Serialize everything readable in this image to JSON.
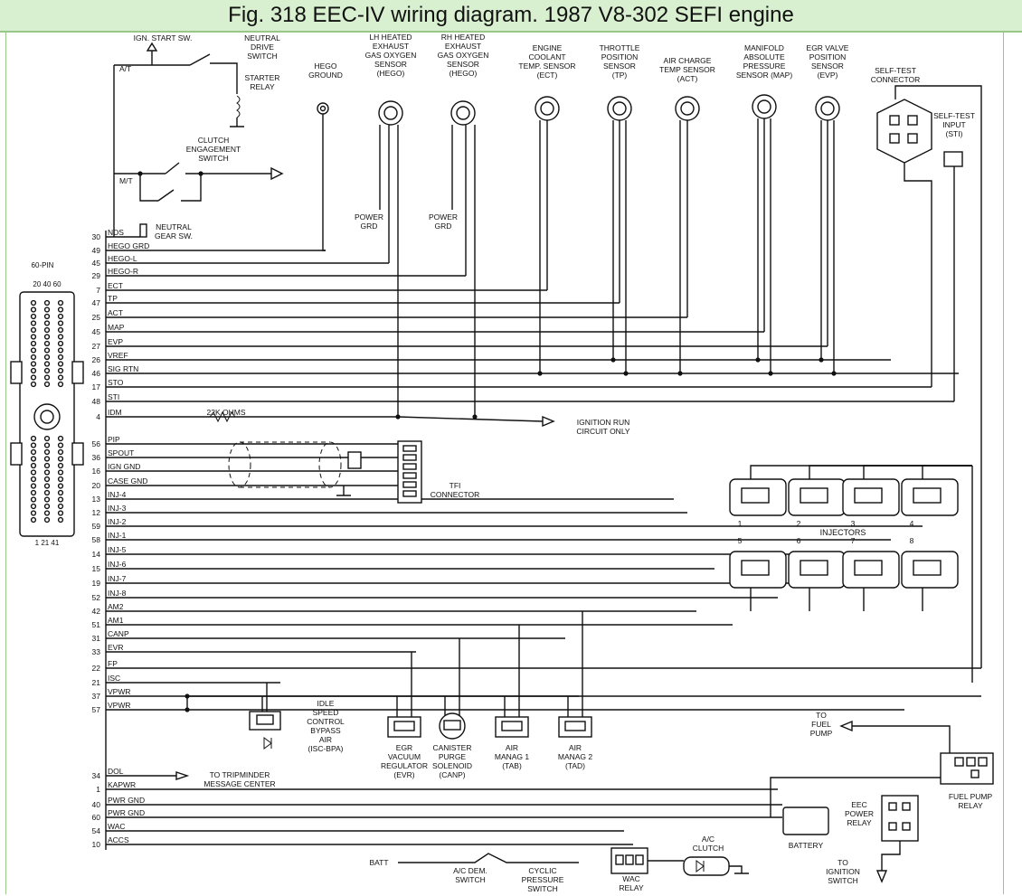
{
  "title": "Fig. 318 EEC-IV wiring diagram. 1987 V8-302 SEFI engine",
  "module": {
    "label": "60-PIN",
    "top_pins": "20 40 60",
    "bottom_pins": "1 21 41"
  },
  "wires": [
    {
      "pin": "30",
      "name": "NDS"
    },
    {
      "pin": "49",
      "name": "HEGO GRD"
    },
    {
      "pin": "45",
      "name": "HEGO-L"
    },
    {
      "pin": "29",
      "name": "HEGO-R"
    },
    {
      "pin": "7",
      "name": "ECT"
    },
    {
      "pin": "47",
      "name": "TP"
    },
    {
      "pin": "25",
      "name": "ACT"
    },
    {
      "pin": "45",
      "name": "MAP"
    },
    {
      "pin": "27",
      "name": "EVP"
    },
    {
      "pin": "26",
      "name": "VREF"
    },
    {
      "pin": "46",
      "name": "SIG RTN"
    },
    {
      "pin": "17",
      "name": "STO"
    },
    {
      "pin": "48",
      "name": "STI"
    },
    {
      "pin": "4",
      "name": "IDM"
    },
    {
      "pin": "56",
      "name": "PIP"
    },
    {
      "pin": "36",
      "name": "SPOUT"
    },
    {
      "pin": "16",
      "name": "IGN GND"
    },
    {
      "pin": "20",
      "name": "CASE GND"
    },
    {
      "pin": "13",
      "name": "INJ-4"
    },
    {
      "pin": "12",
      "name": "INJ-3"
    },
    {
      "pin": "59",
      "name": "INJ-2"
    },
    {
      "pin": "58",
      "name": "INJ-1"
    },
    {
      "pin": "14",
      "name": "INJ-5"
    },
    {
      "pin": "15",
      "name": "INJ-6"
    },
    {
      "pin": "19",
      "name": "INJ-7"
    },
    {
      "pin": "52",
      "name": "INJ-8"
    },
    {
      "pin": "42",
      "name": "AM2"
    },
    {
      "pin": "51",
      "name": "AM1"
    },
    {
      "pin": "31",
      "name": "CANP"
    },
    {
      "pin": "33",
      "name": "EVR"
    },
    {
      "pin": "22",
      "name": "FP"
    },
    {
      "pin": "21",
      "name": "ISC"
    },
    {
      "pin": "37",
      "name": "VPWR"
    },
    {
      "pin": "57",
      "name": "VPWR"
    },
    {
      "pin": "34",
      "name": "DOL"
    },
    {
      "pin": "1",
      "name": "KAPWR"
    },
    {
      "pin": "40",
      "name": "PWR GND"
    },
    {
      "pin": "60",
      "name": "PWR GND"
    },
    {
      "pin": "54",
      "name": "WAC"
    },
    {
      "pin": "10",
      "name": "ACCS"
    }
  ],
  "labels": {
    "ign_start": "IGN. START SW.",
    "neutral_drive": [
      "NEUTRAL",
      "DRIVE",
      "SWITCH"
    ],
    "starter_relay": [
      "STARTER",
      "RELAY"
    ],
    "at": "A/T",
    "mt": "M/T",
    "clutch_engagement": [
      "CLUTCH",
      "ENGAGEMENT",
      "SWITCH"
    ],
    "neutral_gear": [
      "NEUTRAL",
      "GEAR SW."
    ],
    "hego_ground": [
      "HEGO",
      "GROUND"
    ],
    "lh_hego": [
      "LH HEATED",
      "EXHAUST",
      "GAS OXYGEN",
      "SENSOR",
      "(HEGO)"
    ],
    "rh_hego": [
      "RH HEATED",
      "EXHAUST",
      "GAS OXYGEN",
      "SENSOR",
      "(HEGO)"
    ],
    "ect": [
      "ENGINE",
      "COOLANT",
      "TEMP. SENSOR",
      "(ECT)"
    ],
    "tp": [
      "THROTTLE",
      "POSITION",
      "SENSOR",
      "(TP)"
    ],
    "act": [
      "AIR CHARGE",
      "TEMP SENSOR",
      "(ACT)"
    ],
    "map": [
      "MANIFOLD",
      "ABSOLUTE",
      "PRESSURE",
      "SENSOR (MAP)"
    ],
    "evp": [
      "EGR VALVE",
      "POSITION",
      "SENSOR",
      "(EVP)"
    ],
    "self_test_connector": [
      "SELF-TEST",
      "CONNECTOR"
    ],
    "self_test_input": [
      "SELF-TEST",
      "INPUT",
      "(STI)"
    ],
    "power_grd": [
      "POWER",
      "GRD"
    ],
    "ignition_run": [
      "IGNITION RUN",
      "CIRCUIT ONLY"
    ],
    "ohms": "22K OHMS",
    "tfi": [
      "TFI",
      "CONNECTOR"
    ],
    "injectors": "INJECTORS",
    "injector_numbers": [
      "1",
      "2",
      "3",
      "4",
      "5",
      "6",
      "7",
      "8"
    ],
    "isc": [
      "IDLE",
      "SPEED",
      "CONTROL",
      "BYPASS",
      "AIR",
      "(ISC-BPA)"
    ],
    "evr": [
      "EGR",
      "VACUUM",
      "REGULATOR",
      "(EVR)"
    ],
    "canp": [
      "CANISTER",
      "PURGE",
      "SOLENOID",
      "(CANP)"
    ],
    "tab": [
      "AIR",
      "MANAG 1",
      "(TAB)"
    ],
    "tad": [
      "AIR",
      "MANAG 2",
      "(TAD)"
    ],
    "tripminder": [
      "TO TRIPMINDER",
      "MESSAGE CENTER"
    ],
    "to_fuel_pump": [
      "TO",
      "FUEL",
      "PUMP"
    ],
    "fuel_pump_relay": [
      "FUEL PUMP",
      "RELAY"
    ],
    "eec_power_relay": [
      "EEC",
      "POWER",
      "RELAY"
    ],
    "battery": "BATTERY",
    "batt": "BATT",
    "ac_dem": [
      "A/C DEM.",
      "SWITCH"
    ],
    "cyclic": [
      "CYCLIC",
      "PRESSURE",
      "SWITCH"
    ],
    "wac_relay": [
      "WAC",
      "RELAY"
    ],
    "ac_clutch": [
      "A/C",
      "CLUTCH"
    ],
    "to_ignition": [
      "TO",
      "IGNITION",
      "SWITCH"
    ]
  },
  "colors": {
    "header_bg": "#d8f0cf",
    "header_border": "#98c78a",
    "line": "#111111"
  }
}
